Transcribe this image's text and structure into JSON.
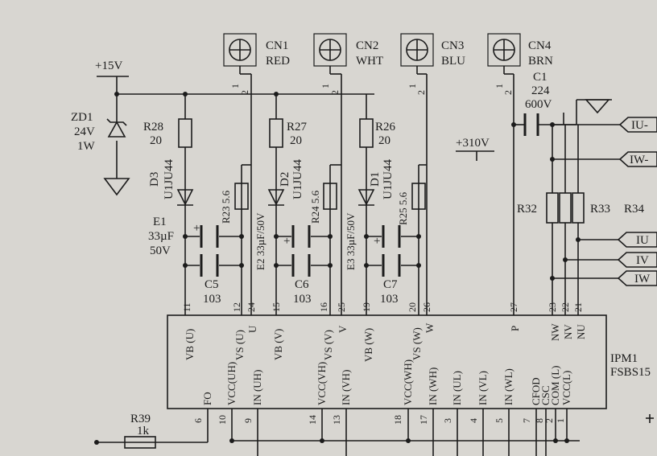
{
  "supply": {
    "v15": "+15V",
    "v310": "+310V"
  },
  "zener": {
    "ref": "ZD1",
    "voltage": "24V",
    "power": "1W"
  },
  "connectors": [
    {
      "ref": "CN1",
      "color": "RED",
      "pin1": "1",
      "pin2": "2"
    },
    {
      "ref": "CN2",
      "color": "WHT",
      "pin1": "1",
      "pin2": "2"
    },
    {
      "ref": "CN3",
      "color": "BLU",
      "pin1": "1",
      "pin2": "2"
    },
    {
      "ref": "CN4",
      "color": "BRN",
      "pin1": "1",
      "pin2": "2"
    }
  ],
  "resistors": {
    "r28": {
      "ref": "R28",
      "value": "20"
    },
    "r27": {
      "ref": "R27",
      "value": "20"
    },
    "r26": {
      "ref": "R26",
      "value": "20"
    },
    "r23": {
      "label": "R23 5.6"
    },
    "r24": {
      "label": "R24 5.6"
    },
    "r25": {
      "label": "R25 5.6"
    },
    "r32": {
      "ref": "R32"
    },
    "r33": {
      "ref": "R33"
    },
    "r34": {
      "ref": "R34"
    },
    "r39": {
      "ref": "R39",
      "value": "1k"
    }
  },
  "diodes": {
    "d3": {
      "ref": "D3",
      "part": "U1JU44"
    },
    "d2": {
      "ref": "D2",
      "part": "U1JU44"
    },
    "d1": {
      "ref": "D1",
      "part": "U1JU44"
    }
  },
  "capacitors": {
    "e1": {
      "ref": "E1",
      "value": "33µF",
      "voltage": "50V"
    },
    "e2": {
      "label": "E2 33µF/50V"
    },
    "e3": {
      "label": "E3 33µF/50V"
    },
    "c5": {
      "ref": "C5",
      "value": "103"
    },
    "c6": {
      "ref": "C6",
      "value": "103"
    },
    "c7": {
      "ref": "C7",
      "value": "103"
    },
    "c1": {
      "ref": "C1",
      "value": "224",
      "voltage": "600V"
    }
  },
  "plus_sign": "+",
  "ports": {
    "iu_minus": "IU-",
    "iw_minus": "IW-",
    "iu": "IU",
    "iv": "IV",
    "iw": "IW"
  },
  "ic": {
    "ref": "IPM1",
    "part": "FSBS15",
    "top_pins": {
      "p11": "11",
      "p12": "12",
      "p24": "24",
      "p15": "15",
      "p16": "16",
      "p25": "25",
      "p19": "19",
      "p20": "20",
      "p26": "26",
      "p27": "27",
      "p23": "23",
      "p22": "22",
      "p21": "21"
    },
    "bottom_pins": {
      "p6": "6",
      "p10": "10",
      "p9": "9",
      "p14": "14",
      "p13": "13",
      "p18": "18",
      "p17": "17",
      "p3": "3",
      "p4": "4",
      "p5": "5",
      "p7": "7",
      "p8": "8",
      "p2": "2",
      "p1": "1"
    },
    "labels": {
      "vb_u": "VB (U)",
      "vs_u": "VS (U)",
      "u": "U",
      "vb_v": "VB (V)",
      "vs_v": "VS (V)",
      "v": "V",
      "vb_w": "VB (W)",
      "vs_w": "VS (W)",
      "w": "W",
      "p": "P",
      "nw": "NW",
      "nv": "NV",
      "nu": "NU",
      "fo": "FO",
      "vcc_uh": "VCC(UH)",
      "in_uh": "IN (UH)",
      "vcc_vh": "VCC(VH)",
      "in_vh": "IN (VH)",
      "vcc_wh": "VCC(WH)",
      "in_wh": "IN (WH)",
      "in_ul": "IN (UL)",
      "in_vl": "IN (VL)",
      "in_wl": "IN (WL)",
      "cfod": "CFOD",
      "csc": "CSC",
      "com_l": "COM (L)",
      "vcc_l": "VCC(L)"
    }
  }
}
